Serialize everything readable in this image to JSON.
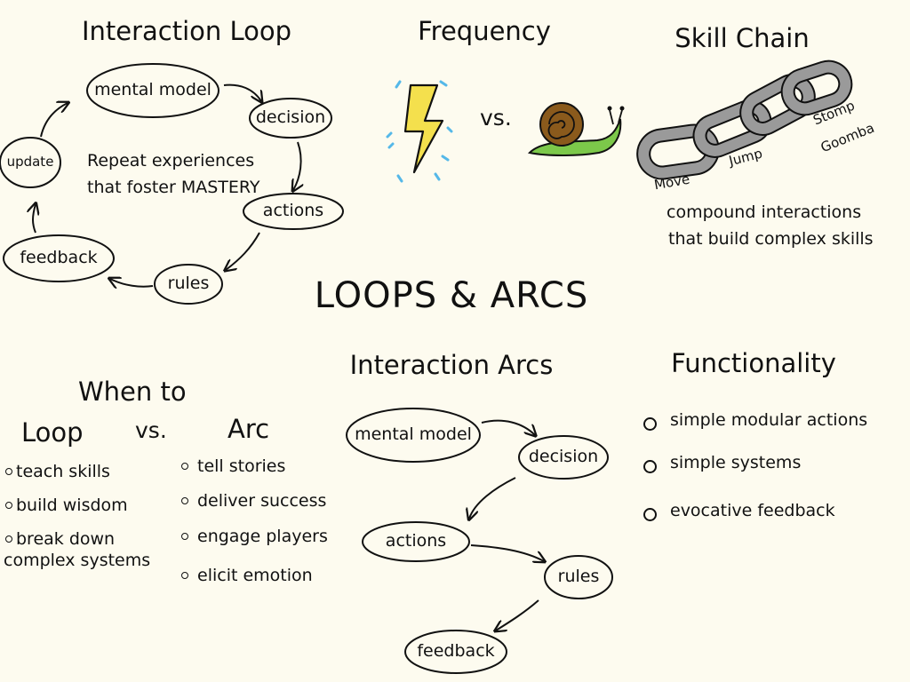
{
  "title": "LOOPS & ARCS",
  "interaction_loop": {
    "title": "Interaction Loop",
    "nodes": [
      "mental model",
      "decision",
      "actions",
      "rules",
      "feedback",
      "update"
    ],
    "note_line1": "Repeat experiences",
    "note_line2": "that foster MASTERY"
  },
  "frequency": {
    "title": "Frequency",
    "vs": "vs.",
    "left_icon": "lightning-bolt-icon",
    "right_icon": "snail-icon"
  },
  "skill_chain": {
    "title": "Skill Chain",
    "links": [
      "Move",
      "Jump",
      "Stomp",
      "Goomba"
    ],
    "desc_line1": "compound interactions",
    "desc_line2": "that build complex skills"
  },
  "when_to": {
    "title": "When to",
    "loop_label": "Loop",
    "vs": "vs.",
    "arc_label": "Arc",
    "loop_items": [
      "teach skills",
      "build wisdom",
      "break down",
      "complex systems"
    ],
    "arc_items": [
      "tell stories",
      "deliver success",
      "engage players",
      "elicit emotion"
    ]
  },
  "interaction_arcs": {
    "title": "Interaction Arcs",
    "nodes": [
      "mental model",
      "decision",
      "actions",
      "rules",
      "feedback"
    ]
  },
  "functionality": {
    "title": "Functionality",
    "items": [
      "simple modular actions",
      "simple systems",
      "evocative feedback"
    ]
  },
  "colors": {
    "background": "#fdfbef",
    "ink": "#111111",
    "lightning": "#f4e04d",
    "spark": "#55b8e8",
    "snail_shell": "#8a5a1c",
    "snail_body": "#7cc84a",
    "chain": "#9a9a9a"
  }
}
